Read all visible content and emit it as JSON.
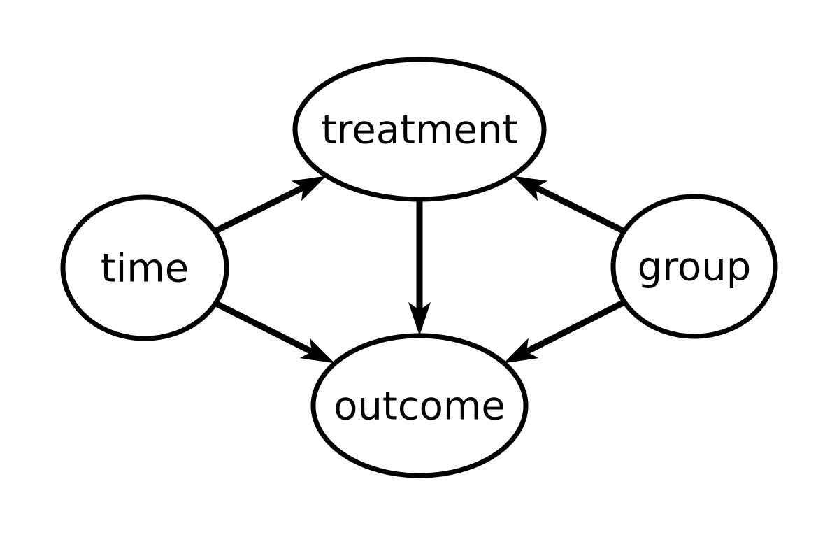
{
  "diagram": {
    "type": "dag",
    "background_color": "#ffffff",
    "line_color": "#000000",
    "text_color": "#000000",
    "nodes": [
      {
        "id": "time",
        "label": "time",
        "shape": "ellipse",
        "position": "middle-left"
      },
      {
        "id": "treatment",
        "label": "treatment",
        "shape": "ellipse",
        "position": "top-center"
      },
      {
        "id": "group",
        "label": "group",
        "shape": "ellipse",
        "position": "middle-right"
      },
      {
        "id": "outcome",
        "label": "outcome",
        "shape": "ellipse",
        "position": "bottom-center"
      }
    ],
    "edges": [
      {
        "from": "time",
        "to": "treatment"
      },
      {
        "from": "time",
        "to": "outcome"
      },
      {
        "from": "treatment",
        "to": "outcome"
      },
      {
        "from": "group",
        "to": "treatment"
      },
      {
        "from": "group",
        "to": "outcome"
      }
    ]
  }
}
